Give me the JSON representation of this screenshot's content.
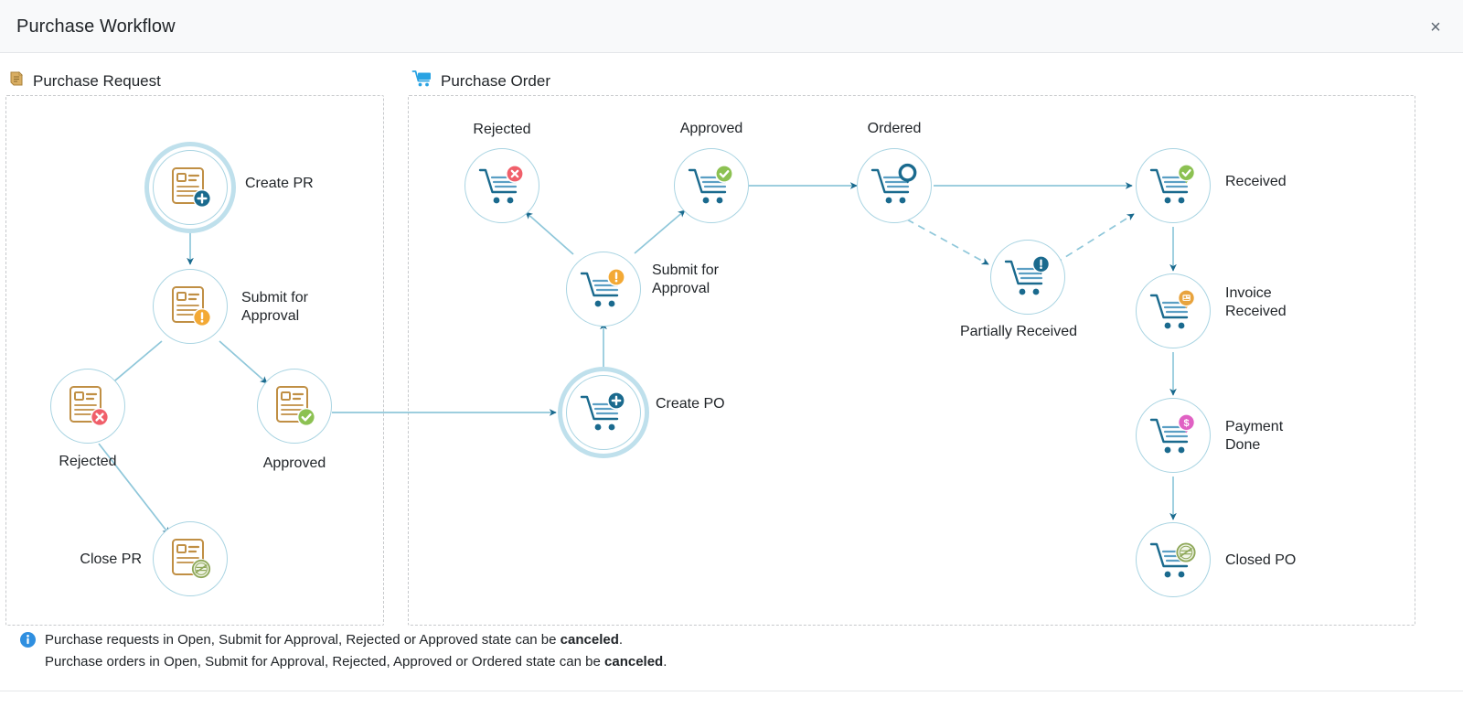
{
  "window": {
    "title": "Purchase Workflow",
    "close_label": "×",
    "close_icon": "close-icon"
  },
  "lanes": [
    {
      "id": "purchase-request",
      "label": "Purchase Request",
      "icon": "document-scroll-icon"
    },
    {
      "id": "purchase-order",
      "label": "Purchase Order",
      "icon": "shopping-cart-icon"
    }
  ],
  "colors": {
    "accent_blue": "#1a6a8e",
    "edge_line": "#8fc7da",
    "node_ring": "#a9d4e2",
    "start_ring": "#bfe0ec",
    "doc_outline": "#c08f44",
    "badge_green": "#8cc152",
    "badge_red": "#f05f6a",
    "badge_orange": "#f3a935",
    "badge_pink": "#e061c3",
    "badge_teal": "#1a6a8e",
    "badge_closed": "#8fa85a",
    "header_bg": "#f8f9fa",
    "panel_border": "#c7c9cc"
  },
  "nodes": [
    {
      "id": "pr-create",
      "lane": "purchase-request",
      "label": "Create PR",
      "label_pos": "right",
      "icon": "document-plus-icon",
      "badge": "plus",
      "badge_color": "#1a6a8e",
      "start": true
    },
    {
      "id": "pr-submit",
      "lane": "purchase-request",
      "label": "Submit for\nApproval",
      "label_pos": "right",
      "icon": "document-warning-icon",
      "badge": "warning",
      "badge_color": "#f3a935",
      "start": false
    },
    {
      "id": "pr-rejected",
      "lane": "purchase-request",
      "label": "Rejected",
      "label_pos": "below",
      "icon": "document-rejected-icon",
      "badge": "cross",
      "badge_color": "#f05f6a",
      "start": false
    },
    {
      "id": "pr-approved",
      "lane": "purchase-request",
      "label": "Approved",
      "label_pos": "below",
      "icon": "document-approved-icon",
      "badge": "check",
      "badge_color": "#8cc152",
      "start": false
    },
    {
      "id": "pr-closed",
      "lane": "purchase-request",
      "label": "Close PR",
      "label_pos": "left",
      "icon": "document-closed-icon",
      "badge": "stamp",
      "badge_color": "#8fa85a",
      "start": false
    },
    {
      "id": "po-rejected",
      "lane": "purchase-order",
      "label": "Rejected",
      "label_pos": "above",
      "icon": "cart-rejected-icon",
      "badge": "cross",
      "badge_color": "#f05f6a",
      "start": false
    },
    {
      "id": "po-approved",
      "lane": "purchase-order",
      "label": "Approved",
      "label_pos": "above",
      "icon": "cart-approved-icon",
      "badge": "check",
      "badge_color": "#8cc152",
      "start": false
    },
    {
      "id": "po-ordered",
      "lane": "purchase-order",
      "label": "Ordered",
      "label_pos": "above",
      "icon": "cart-ordered-icon",
      "badge": "ribbon",
      "badge_color": "#1a6a8e",
      "start": false
    },
    {
      "id": "po-submit",
      "lane": "purchase-order",
      "label": "Submit for\nApproval",
      "label_pos": "right",
      "icon": "cart-warning-icon",
      "badge": "warning",
      "badge_color": "#f3a935",
      "start": false
    },
    {
      "id": "po-create",
      "lane": "purchase-order",
      "label": "Create PO",
      "label_pos": "right",
      "icon": "cart-plus-icon",
      "badge": "plus",
      "badge_color": "#1a6a8e",
      "start": true
    },
    {
      "id": "po-partial",
      "lane": "purchase-order",
      "label": "Partially Received",
      "label_pos": "below",
      "icon": "cart-partial-icon",
      "badge": "ribbon-warning",
      "badge_color": "#1a6a8e",
      "start": false
    },
    {
      "id": "po-received",
      "lane": "purchase-order",
      "label": "Received",
      "label_pos": "right",
      "icon": "cart-received-icon",
      "badge": "ribbon-check",
      "badge_color": "#8cc152",
      "start": false
    },
    {
      "id": "po-invoice",
      "lane": "purchase-order",
      "label": "Invoice\nReceived",
      "label_pos": "right",
      "icon": "cart-invoice-icon",
      "badge": "ribbon-doc",
      "badge_color": "#e8a33d",
      "start": false
    },
    {
      "id": "po-payment",
      "lane": "purchase-order",
      "label": "Payment\nDone",
      "label_pos": "right",
      "icon": "cart-payment-icon",
      "badge": "ribbon-dollar",
      "badge_color": "#e061c3",
      "start": false
    },
    {
      "id": "po-closed",
      "lane": "purchase-order",
      "label": "Closed PO",
      "label_pos": "right",
      "icon": "cart-closed-icon",
      "badge": "stamp",
      "badge_color": "#8fa85a",
      "start": false
    }
  ],
  "edges": [
    {
      "from": "pr-create",
      "to": "pr-submit",
      "style": "solid"
    },
    {
      "from": "pr-submit",
      "to": "pr-rejected",
      "style": "solid"
    },
    {
      "from": "pr-submit",
      "to": "pr-approved",
      "style": "solid"
    },
    {
      "from": "pr-rejected",
      "to": "pr-closed",
      "style": "solid"
    },
    {
      "from": "pr-approved",
      "to": "po-create",
      "style": "solid"
    },
    {
      "from": "po-create",
      "to": "po-submit",
      "style": "solid"
    },
    {
      "from": "po-submit",
      "to": "po-rejected",
      "style": "solid"
    },
    {
      "from": "po-submit",
      "to": "po-approved",
      "style": "solid"
    },
    {
      "from": "po-approved",
      "to": "po-ordered",
      "style": "solid"
    },
    {
      "from": "po-ordered",
      "to": "po-received",
      "style": "solid"
    },
    {
      "from": "po-ordered",
      "to": "po-partial",
      "style": "dashed"
    },
    {
      "from": "po-partial",
      "to": "po-received",
      "style": "dashed"
    },
    {
      "from": "po-received",
      "to": "po-invoice",
      "style": "solid"
    },
    {
      "from": "po-invoice",
      "to": "po-payment",
      "style": "solid"
    },
    {
      "from": "po-payment",
      "to": "po-closed",
      "style": "solid"
    }
  ],
  "note": {
    "icon": "info-icon",
    "line1_pre": "Purchase requests in Open, Submit for Approval, Rejected or Approved state can be ",
    "line1_bold": "canceled",
    "line1_post": ".",
    "line2_pre": "Purchase orders in Open, Submit for Approval, Rejected, Approved or Ordered state can be ",
    "line2_bold": "canceled",
    "line2_post": "."
  }
}
